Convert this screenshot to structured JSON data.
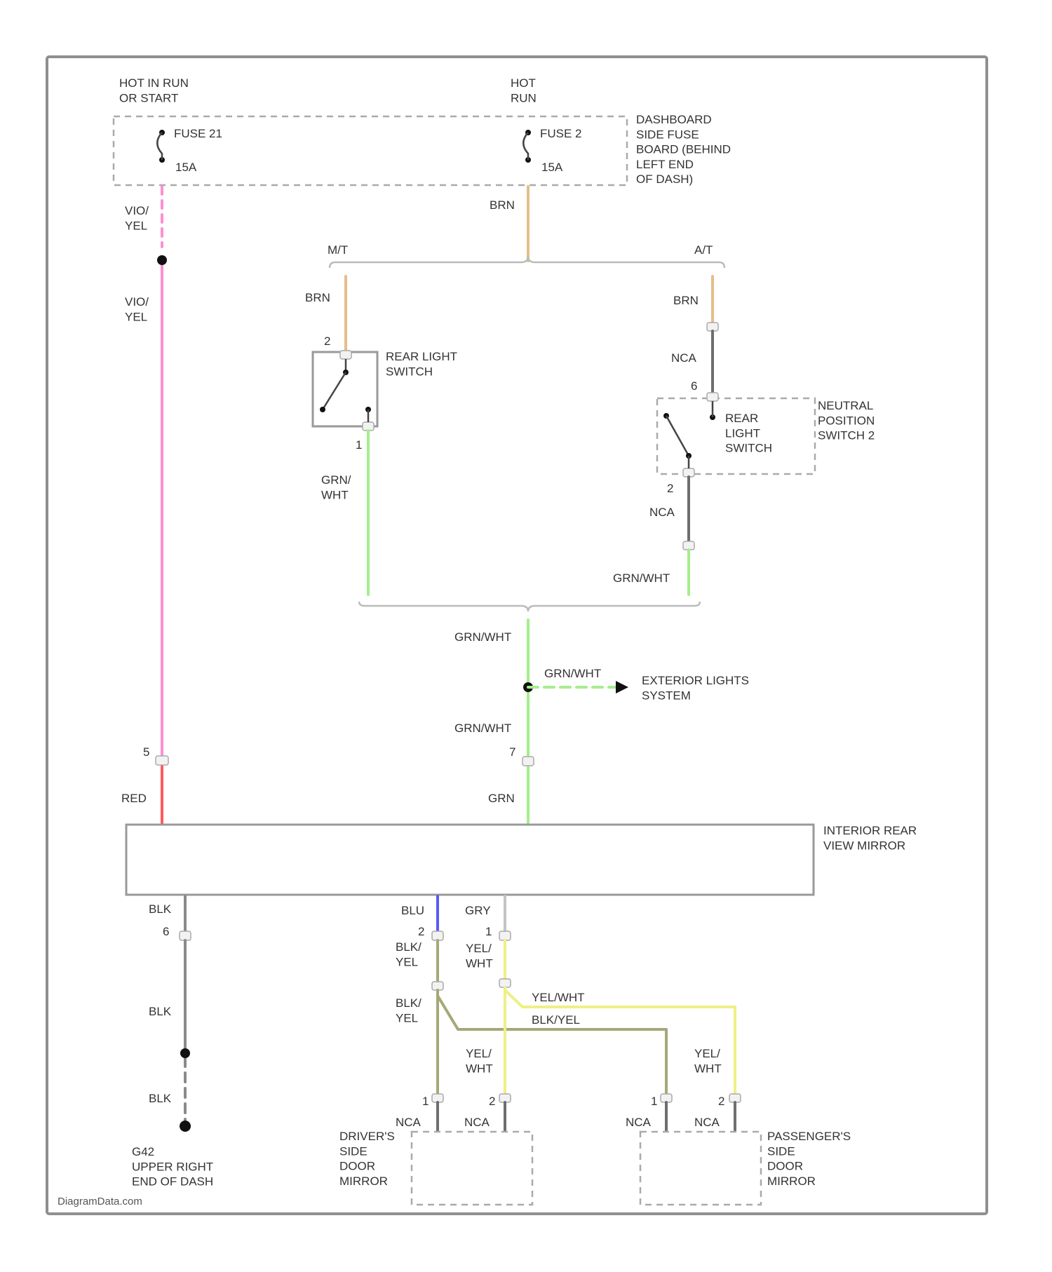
{
  "colors": {
    "vio_yel": "#ff8fd0",
    "red": "#ff5a5a",
    "brn": "#e5be8a",
    "grn_wht": "#a4ee8e",
    "nca": "#6e6e6e",
    "blk": "#8a8a8a",
    "blu": "#5a5af5",
    "gry": "#c4c4c4",
    "yel_wht": "#eef085",
    "blk_yel": "#a6a878"
  },
  "fuse_block": {
    "left_source": "HOT IN RUN\nOR START",
    "right_source": "HOT\nRUN",
    "fuse21": "FUSE 21",
    "fuse21_amp": "15A",
    "fuse2": "FUSE 2",
    "fuse2_amp": "15A",
    "location": "DASHBOARD\nSIDE FUSE\nBOARD (BEHIND\nLEFT END\nOF DASH)"
  },
  "split": {
    "mt": "M/T",
    "at": "A/T"
  },
  "mt_switch": {
    "name": "REAR LIGHT\nSWITCH",
    "pin_in": "2",
    "pin_out": "1"
  },
  "at_switch": {
    "name": "NEUTRAL\nPOSITION\nSWITCH 2",
    "inner": "REAR\nLIGHT\nSWITCH",
    "pin_in": "6",
    "pin_out": "2"
  },
  "wires": {
    "vio_yel": "VIO/\nYEL",
    "brn": "BRN",
    "nca": "NCA",
    "grn_wht_stack": "GRN/\nWHT",
    "grn_wht": "GRN/WHT",
    "grn": "GRN",
    "red": "RED",
    "blk": "BLK",
    "blu": "BLU",
    "gry": "GRY",
    "blk_yel_stack": "BLK/\nYEL",
    "yel_wht_stack": "YEL/\nWHT",
    "yel_wht": "YEL/WHT",
    "blk_yel": "BLK/YEL"
  },
  "exterior_lights": "EXTERIOR LIGHTS\nSYSTEM",
  "mirror": {
    "name": "INTERIOR REAR\nVIEW MIRROR",
    "pin5": "5",
    "pin7": "7",
    "pin6": "6",
    "pin2": "2",
    "pin1": "1"
  },
  "ground": "G42\nUPPER RIGHT\nEND OF DASH",
  "drivers_mirror": {
    "name": "DRIVER'S\nSIDE\nDOOR\nMIRROR",
    "pin_a": "1",
    "pin_b": "2"
  },
  "passengers_mirror": {
    "name": "PASSENGER'S\nSIDE\nDOOR\nMIRROR",
    "pin_a": "1",
    "pin_b": "2"
  },
  "credit": "DiagramData.com"
}
